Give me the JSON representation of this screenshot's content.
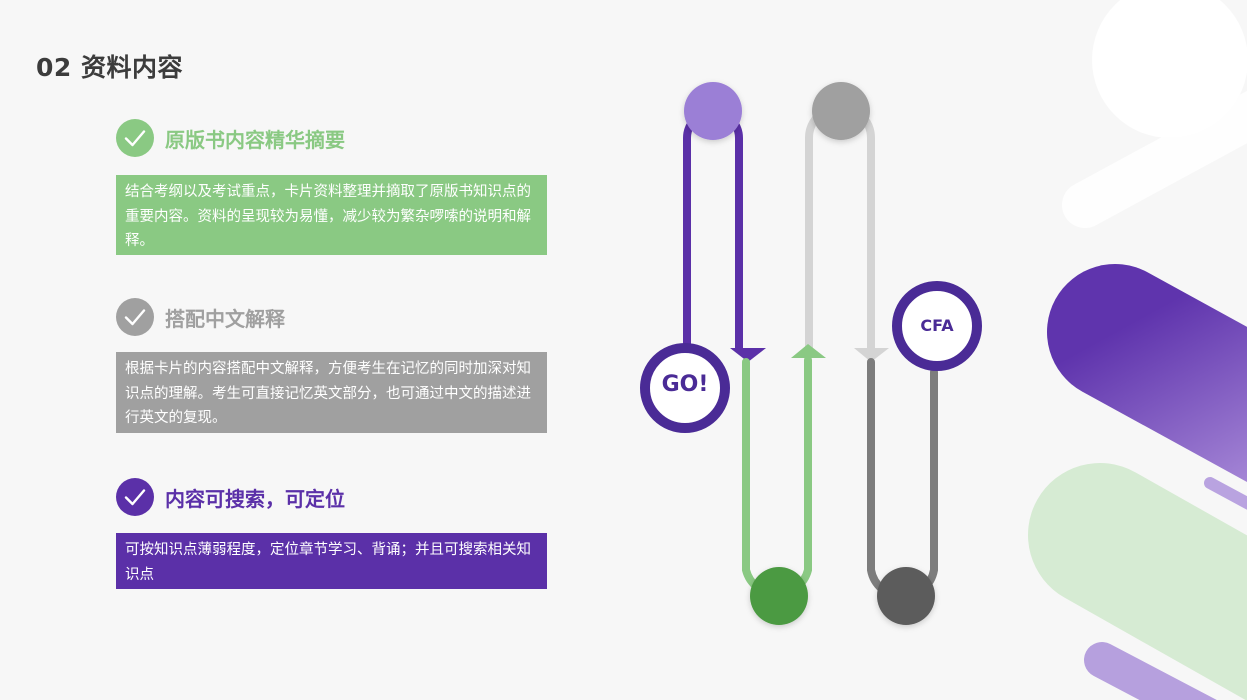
{
  "slide": {
    "title": "02 资料内容"
  },
  "items": [
    {
      "title": "原版书内容精华摘要",
      "body": "结合考纲以及考试重点，卡片资料整理并摘取了原版书知识点的重要内容。资料的呈现较为易懂，减少较为繁杂啰嗦的说明和解释。",
      "color": "#8ac983",
      "check_icon": "checkmark-icon"
    },
    {
      "title": "搭配中文解释",
      "body": "根据卡片的内容搭配中文解释，方便考生在记忆的同时加深对知识点的理解。考生可直接记忆英文部分，也可通过中文的描述进行英文的复现。",
      "color": "#a0a0a0",
      "check_icon": "checkmark-icon"
    },
    {
      "title": "内容可搜索，可定位",
      "body": "可按知识点薄弱程度，定位章节学习、背诵；并且可搜索相关知识点",
      "color": "#5b30a8",
      "check_icon": "checkmark-icon"
    }
  ],
  "diagram": {
    "start_label": "GO!",
    "end_label": "CFA",
    "colors": {
      "purple": "#5b30a8",
      "purple_light": "#9b7fd6",
      "green_light": "#8ac983",
      "green_dark": "#4c9a42",
      "grey_light": "#d4d4d4",
      "grey_mid": "#a0a0a0",
      "grey_dark": "#7d7d7d",
      "grey_darkest": "#5c5c5c"
    }
  }
}
